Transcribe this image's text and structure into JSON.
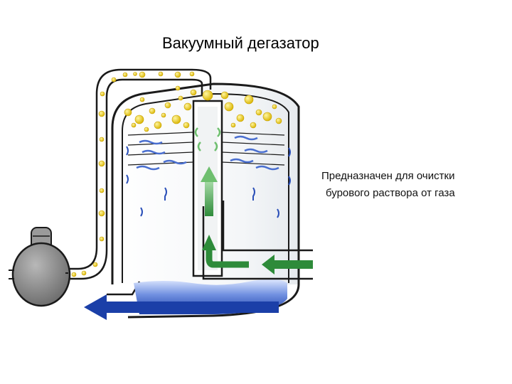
{
  "slide": {
    "title": "Вакуумный дегазатор",
    "caption_line1": "Предназначен для очистки",
    "caption_line2": "бурового раствора от газа"
  },
  "colors": {
    "outline": "#1a1a1a",
    "bubble": "#e8c81a",
    "flow_arrow": "#2e8b3a",
    "liquid": "#1b45b5",
    "pump": "#8a8a8a"
  }
}
